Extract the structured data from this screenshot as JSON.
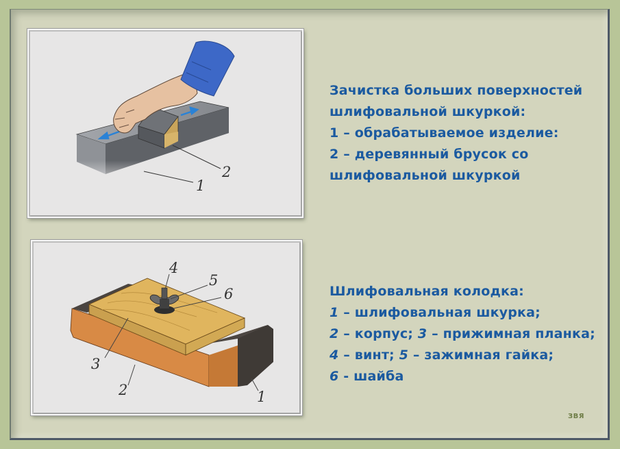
{
  "slide": {
    "background_color": "#b8c598",
    "frame_color": "#d3d5bd",
    "text_color": "#1b5aa0",
    "signature": "ЗВЯ"
  },
  "figure_1": {
    "description": "hand sanding a large workpiece with a wooden block wrapped in sandpaper",
    "labels": [
      "1",
      "2"
    ],
    "arrow_color": "#2a82d6"
  },
  "caption_1": {
    "title_line_1": "Зачистка больших поверхностей",
    "title_line_2": "шлифовальной  шкуркой:",
    "items": [
      {
        "num": "1",
        "sep": " – ",
        "text": "обрабатываемое  изделие:"
      },
      {
        "num": "2",
        "sep": " – ",
        "text": "деревянный брусок со"
      }
    ],
    "continuation": "шлифовальной  шкуркой"
  },
  "figure_2": {
    "description": "sanding block with clamp plate and wing nut",
    "labels": [
      "1",
      "2",
      "3",
      "4",
      "5",
      "6"
    ]
  },
  "caption_2": {
    "title": "Шлифовальная  колодка:",
    "line_1": {
      "n1": "1",
      "t1": " – шлифовальная  шкурка;"
    },
    "line_2": {
      "n1": "2",
      "t1": " – корпус; ",
      "n2": "3",
      "t2": " – прижимная  планка;"
    },
    "line_3": {
      "n1": "4",
      "t1": " – винт; ",
      "n2": "5",
      "t2": " – зажимная гайка;"
    },
    "line_4": {
      "n1": "6",
      "t1": " - шайба"
    }
  }
}
